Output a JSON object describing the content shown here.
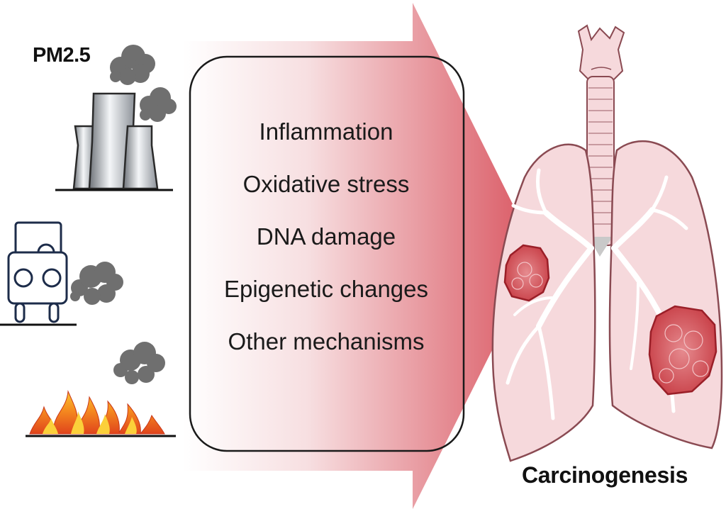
{
  "source_label": "PM2.5",
  "mechanisms": [
    "Inflammation",
    "Oxidative stress",
    "DNA damage",
    "Epigenetic changes",
    "Other mechanisms"
  ],
  "outcome_label": "Carcinogenesis",
  "icons": {
    "sources": [
      "power-plant-icon",
      "vehicle-exhaust-icon",
      "fire-icon"
    ],
    "outcome": "lungs-with-tumors-icon"
  },
  "colors": {
    "arrow_red": "#d9545f",
    "smoke": "#7f7f7f",
    "lung_fill": "#f6d9dc",
    "tumor": "#c63a42",
    "flame_outer": "#e0441c",
    "flame_inner": "#f7a21b"
  }
}
